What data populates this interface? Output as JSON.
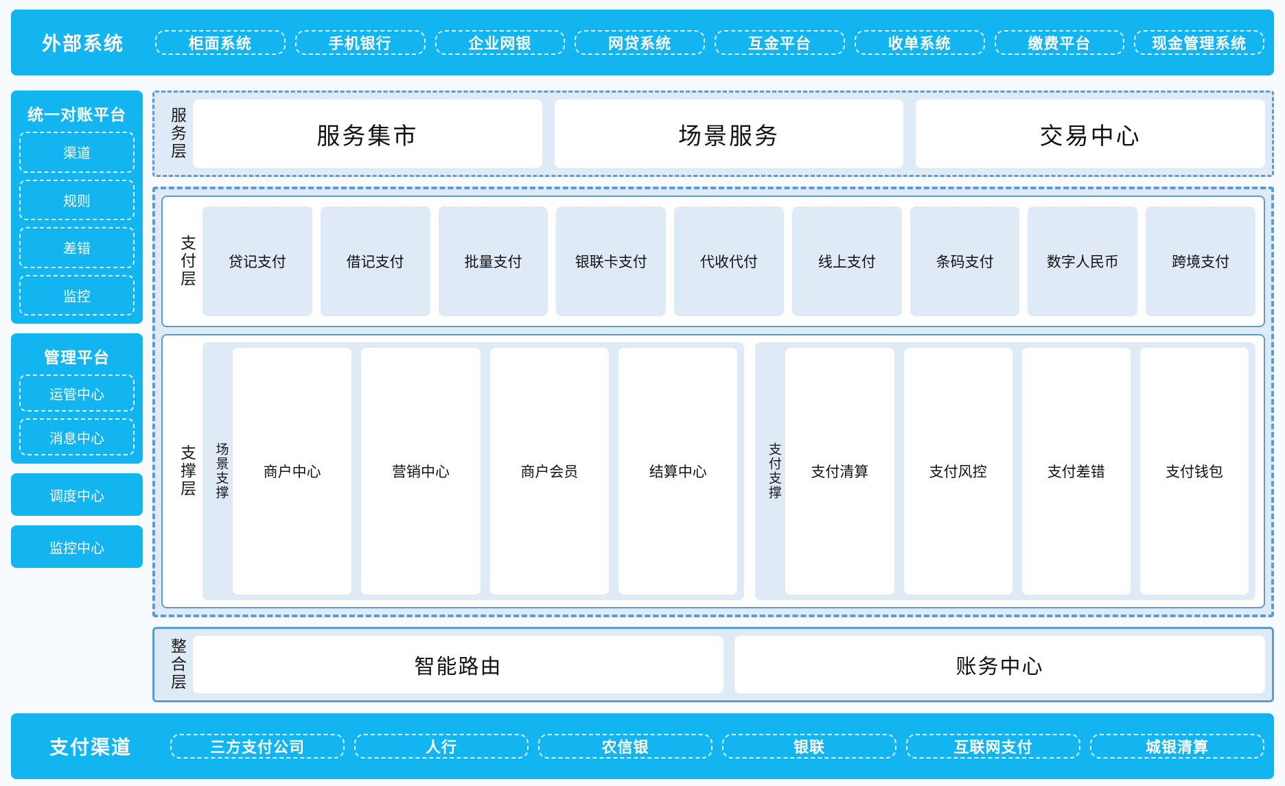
{
  "top_bar": {
    "title": "外部系统",
    "items": [
      {
        "label": "柜面系统"
      },
      {
        "label": "手机银行"
      },
      {
        "label": "企业网银"
      },
      {
        "label": "网贷系统"
      },
      {
        "label": "互金平台"
      },
      {
        "label": "收单系统"
      },
      {
        "label": "缴费平台"
      },
      {
        "label": "现金管理系统"
      }
    ]
  },
  "left_rail": {
    "reconciliation": {
      "title": "统一对账平台",
      "items": [
        {
          "label": "渠道"
        },
        {
          "label": "规则"
        },
        {
          "label": "差错"
        },
        {
          "label": "监控"
        }
      ]
    },
    "management": {
      "title": "管理平台",
      "items": [
        {
          "label": "运管中心"
        },
        {
          "label": "消息中心"
        }
      ]
    },
    "standalone": [
      {
        "label": "调度中心"
      },
      {
        "label": "监控中心"
      }
    ]
  },
  "service_layer": {
    "side_label": "服务层",
    "items": [
      {
        "label": "服务集市"
      },
      {
        "label": "场景服务"
      },
      {
        "label": "交易中心"
      }
    ]
  },
  "payment_layer": {
    "side_label": "支付层",
    "items": [
      {
        "label": "贷记支付"
      },
      {
        "label": "借记支付"
      },
      {
        "label": "批量支付"
      },
      {
        "label": "银联卡支付"
      },
      {
        "label": "代收代付"
      },
      {
        "label": "线上支付"
      },
      {
        "label": "条码支付"
      },
      {
        "label": "数字人民币"
      },
      {
        "label": "跨境支付"
      }
    ]
  },
  "support_layer": {
    "side_label": "支撑层",
    "groups": [
      {
        "side_label": "场景支撑",
        "items": [
          {
            "label": "商户中心"
          },
          {
            "label": "营销中心"
          },
          {
            "label": "商户会员"
          },
          {
            "label": "结算中心"
          }
        ]
      },
      {
        "side_label": "支付支撑",
        "items": [
          {
            "label": "支付清算"
          },
          {
            "label": "支付风控"
          },
          {
            "label": "支付差错"
          },
          {
            "label": "支付钱包"
          }
        ]
      }
    ]
  },
  "integration_layer": {
    "side_label": "整合层",
    "items": [
      {
        "label": "智能路由"
      },
      {
        "label": "账务中心"
      }
    ]
  },
  "bottom_bar": {
    "title": "支付渠道",
    "items": [
      {
        "label": "三方支付公司"
      },
      {
        "label": "人行"
      },
      {
        "label": "农信银"
      },
      {
        "label": "银联"
      },
      {
        "label": "互联网支付"
      },
      {
        "label": "城银清算"
      }
    ]
  },
  "colors": {
    "cyan": "#13b5f0",
    "layer_fill": "#dfeaf7",
    "layer_border": "#5b9bd5",
    "page_bg": "#f7fbfd",
    "card_white": "#ffffff"
  }
}
